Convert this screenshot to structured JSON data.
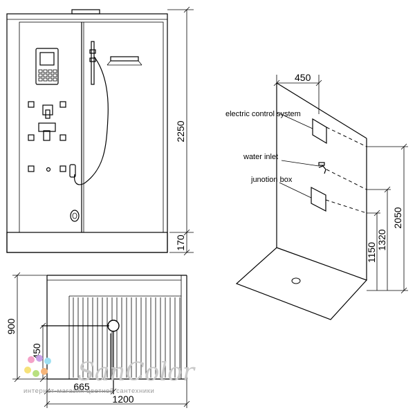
{
  "front_view": {
    "dim_height_total": "2250",
    "dim_base_height": "170"
  },
  "side_view": {
    "dim_width_top": "450",
    "labels": {
      "control": "electric control system",
      "water": "water inlet",
      "junction": "junotion box"
    },
    "dims": {
      "h1150": "1150",
      "h1320": "1320",
      "h2050": "2050"
    }
  },
  "plan_view": {
    "dim_depth": "900",
    "dim_drain_y": "450",
    "dim_drain_x": "665",
    "dim_width": "1200"
  },
  "watermark": {
    "brand": "SanColor",
    "subtitle": "интернет-магазин цветной сантехники",
    "dot_colors": [
      "#f4a2c8",
      "#c9a1e8",
      "#9fe0f2",
      "#f6e27a",
      "#b8e07f",
      "#f6b57a"
    ]
  }
}
